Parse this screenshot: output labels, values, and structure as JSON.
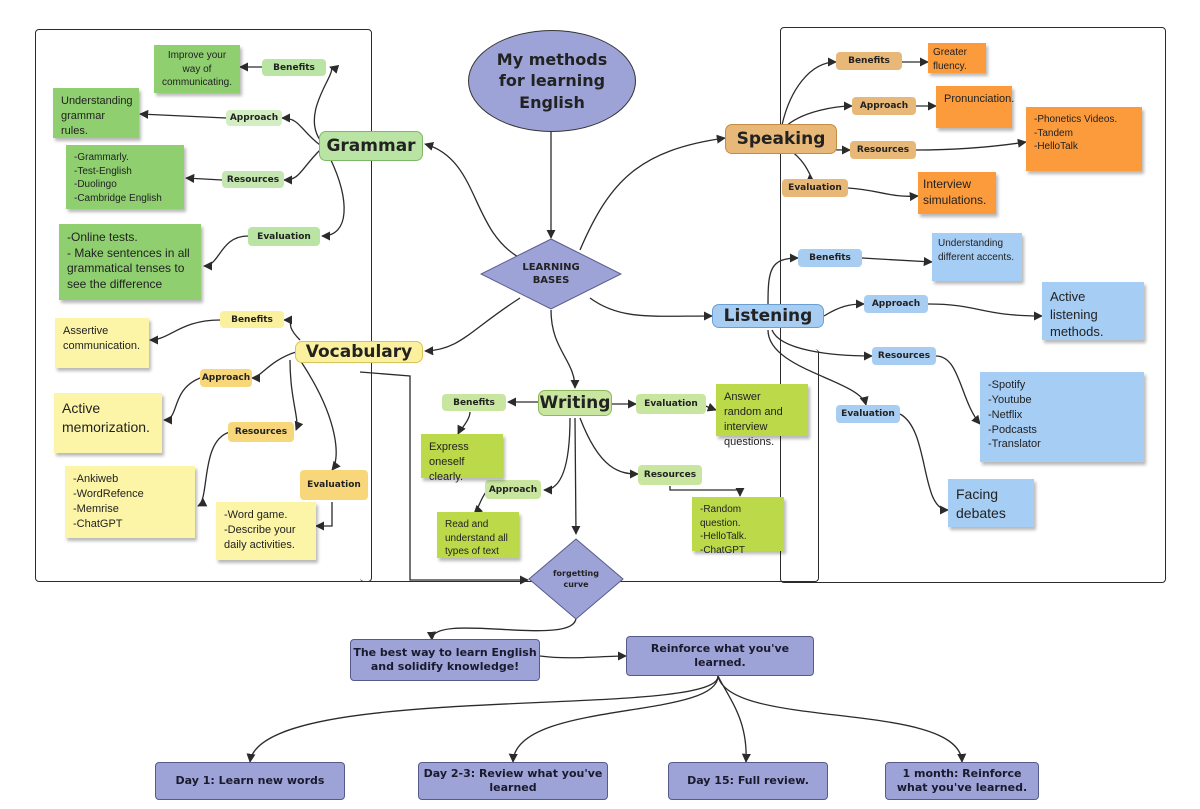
{
  "colors": {
    "grammar": "#b9e4a4",
    "grammar_note": "#8fcf70",
    "speaking": "#e8b878",
    "speaking_note": "#fb9b3c",
    "listening": "#a8cdf2",
    "listening_note": "#a6cdf4",
    "vocabulary": "#fbf09d",
    "vocabulary_note": "#fcf5a8",
    "vocabulary_pill": "#f7d77a",
    "writing": "#c8e6a0",
    "writing_note": "#bcd94a",
    "center": "#9da3d6"
  },
  "title": "My methods for learning English",
  "center": "LEARNING BASES",
  "grammar": {
    "label": "Grammar",
    "benefits": "Benefits",
    "benefits_note": "Improve your way of communicating.",
    "approach": "Approach",
    "approach_note": "Understanding grammar rules.",
    "resources": "Resources",
    "resources_note": "-Grammarly.\n-Test-English\n-Duolingo\n-Cambridge English",
    "evaluation": "Evaluation",
    "evaluation_note": "-Online tests.\n- Make sentences in all grammatical tenses to see the difference"
  },
  "speaking": {
    "label": "Speaking",
    "benefits": "Benefits",
    "benefits_note": "Greater fluency.",
    "approach": "Approach",
    "approach_note": "Pronunciation.",
    "resources": "Resources",
    "resources_note": "-Phonetics Videos.\n-Tandem\n-HelloTalk",
    "evaluation": "Evaluation",
    "evaluation_note": "Interview simulations."
  },
  "listening": {
    "label": "Listening",
    "benefits": "Benefits",
    "benefits_note": "Understanding different accents.",
    "approach": "Approach",
    "approach_note": "Active listening methods.",
    "resources": "Resources",
    "resources_note": "-Spotify\n-Youtube\n-Netflix\n-Podcasts\n-Translator",
    "evaluation": "Evaluation",
    "evaluation_note": "Facing debates"
  },
  "vocabulary": {
    "label": "Vocabulary",
    "benefits": "Benefits",
    "benefits_note": "Assertive communication.",
    "approach": "Approach",
    "approach_note": "Active memorization.",
    "resources": "Resources",
    "resources_note": "-Ankiweb\n-WordRefence\n-Memrise\n-ChatGPT",
    "evaluation": "Evaluation",
    "evaluation_note": "-Word game.\n-Describe your daily activities."
  },
  "writing": {
    "label": "Writing",
    "benefits": "Benefits",
    "benefits_note": "Express oneself clearly.",
    "approach": "Approach",
    "approach_note": "Read and understand all types of text",
    "resources": "Resources",
    "resources_note": "-Random question.\n-HelloTalk.\n-ChatGPT",
    "evaluation": "Evaluation",
    "evaluation_note": "Answer random and interview questions."
  },
  "forgetting": "forgetting curve",
  "best_way": "The best way to learn English and solidify knowledge!",
  "reinforce": "Reinforce what you've learned.",
  "schedule": [
    "Day 1: Learn new words",
    "Day 2-3: Review what you've learned",
    "Day 15: Full review.",
    "1 month: Reinforce what you've learned."
  ]
}
